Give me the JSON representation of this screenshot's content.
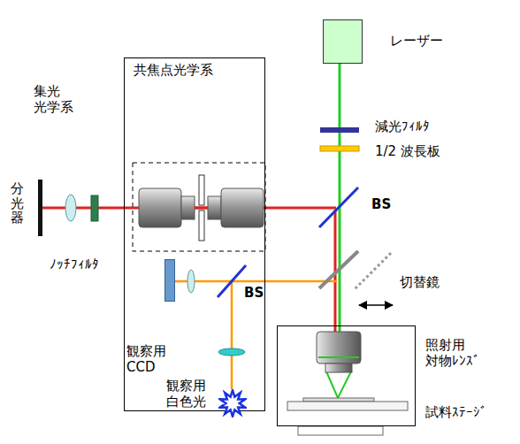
{
  "diagram": {
    "nodes": [
      {
        "text": [
          "共焦点光学系"
        ]
      },
      {
        "text": [
          "レーザー"
        ]
      },
      {
        "text": [
          "観察用 CCD"
        ],
        "in": 0
      },
      {
        "text": [
          "観察用 白色光"
        ],
        "in": 0
      },
      {
        "text": [
          "照射用 対物ﾚﾝｽﾞ",
          "試料ｽﾃｰｼﾞ"
        ]
      }
    ],
    "labels": [
      "集光 光学系",
      "分光器",
      "ﾉｯﾁﾌｨﾙﾀ",
      "減光ﾌｨﾙﾀ",
      "1/2 波長板",
      "BS",
      "BS",
      "切替鏡"
    ]
  }
}
